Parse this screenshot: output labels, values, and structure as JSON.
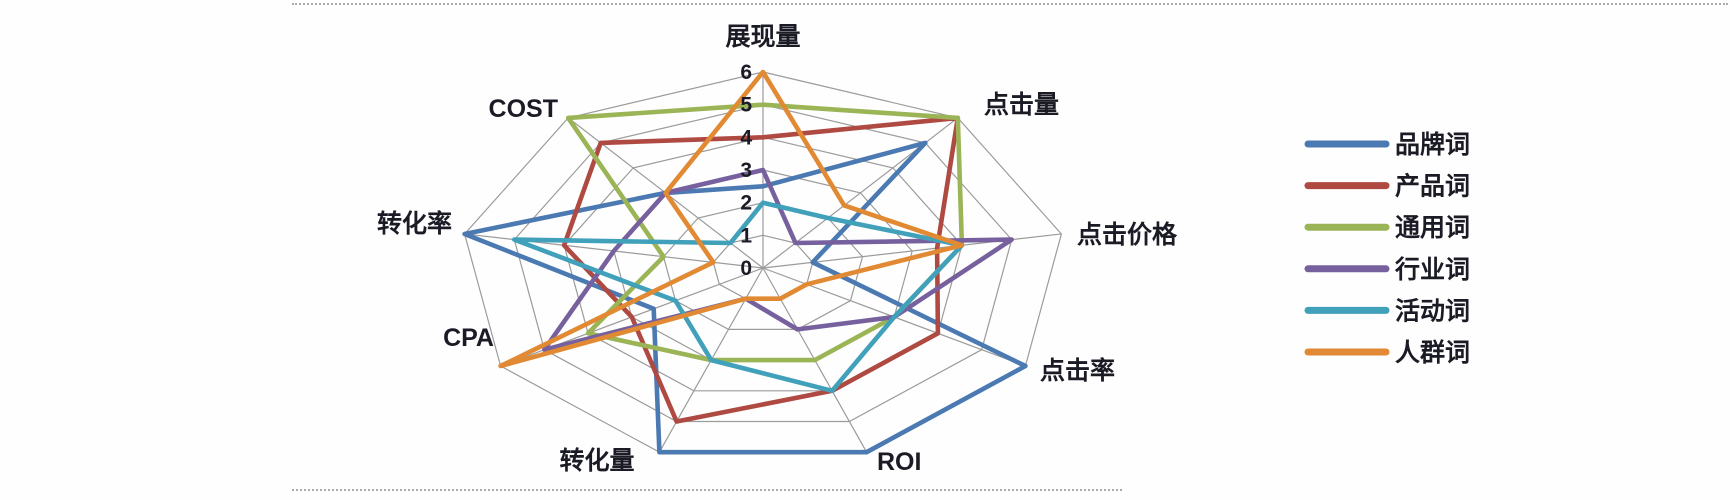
{
  "page": {
    "background": "#fefefe",
    "border_dash_color": "#ababab",
    "grid_color": "#9b9b9b",
    "label_color": "#1b1b26"
  },
  "chart_data": {
    "type": "radar",
    "title": "",
    "categories": [
      "展现量",
      "点击量",
      "点击价格",
      "点击率",
      "ROI",
      "转化量",
      "CPA",
      "转化率",
      "COST"
    ],
    "axis_ticks": [
      "0",
      "1",
      "2",
      "3",
      "4",
      "5",
      "6"
    ],
    "axis_range": [
      0,
      6
    ],
    "grid": true,
    "legend_position": "right",
    "series": [
      {
        "name": "品牌词",
        "color": "#4B79B2",
        "values": [
          2.5,
          5,
          1,
          6,
          6,
          6,
          2.5,
          6,
          3
        ]
      },
      {
        "name": "产品词",
        "color": "#AF4A42",
        "values": [
          4,
          6,
          3.5,
          4,
          4,
          5,
          3,
          4,
          5
        ]
      },
      {
        "name": "通用词",
        "color": "#9AB456",
        "values": [
          5,
          6,
          4,
          3,
          3,
          3,
          4,
          2,
          6
        ]
      },
      {
        "name": "行业词",
        "color": "#76619E",
        "values": [
          3,
          1,
          5,
          3,
          2,
          1,
          5,
          3,
          3
        ]
      },
      {
        "name": "活动词",
        "color": "#41A1BA",
        "values": [
          2,
          2,
          4,
          3,
          4,
          3,
          2,
          5,
          1
        ]
      },
      {
        "name": "人群词",
        "color": "#E18A33",
        "values": [
          6,
          2.5,
          4,
          1,
          1,
          1,
          6,
          1,
          3
        ]
      }
    ]
  }
}
